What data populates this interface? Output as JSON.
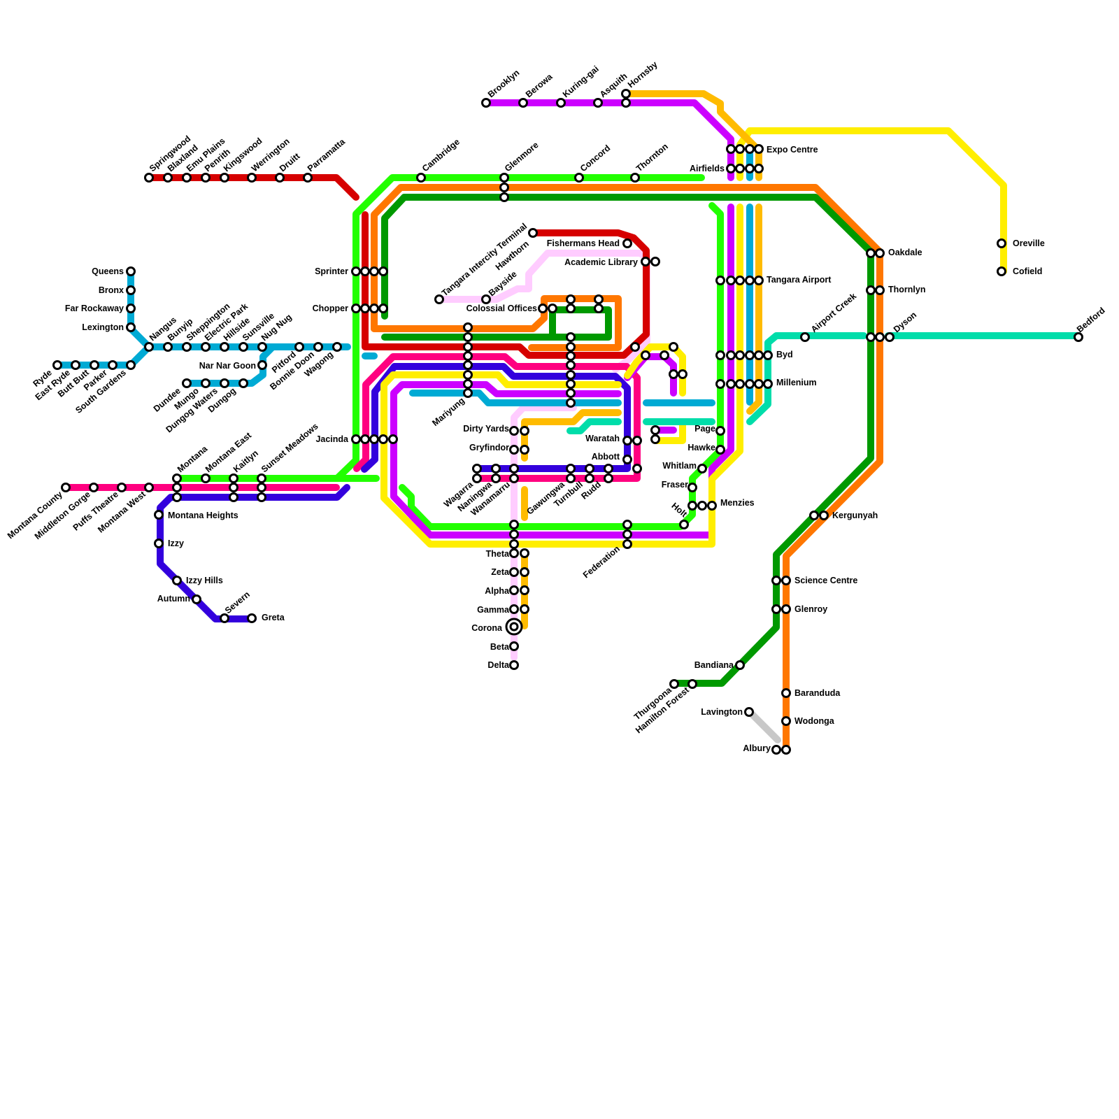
{
  "map": {
    "line_colors": {
      "red": "#D60000",
      "lime": "#22FF00",
      "orange": "#FF7700",
      "dark_green": "#009900",
      "cyan": "#00AAD4",
      "pink": "#FF0080",
      "indigo": "#3300DD",
      "purple": "#CC00FF",
      "yellow": "#FFEE00",
      "amber": "#FFBB00",
      "light_pink": "#FFCCFF",
      "mint": "#00DDAA",
      "grey": "#C8C8C8"
    },
    "interchange_icon": "double-ring-icon",
    "stations": [
      {
        "id": "springwood",
        "name": "Springwood"
      },
      {
        "id": "blaxland",
        "name": "Blaxland"
      },
      {
        "id": "emu-plains",
        "name": "Emu Plains"
      },
      {
        "id": "penrith",
        "name": "Penrith"
      },
      {
        "id": "kingswood",
        "name": "Kingswood"
      },
      {
        "id": "werrington",
        "name": "Werrington"
      },
      {
        "id": "druitt",
        "name": "Druitt"
      },
      {
        "id": "parramatta",
        "name": "Parramatta"
      },
      {
        "id": "cambridge",
        "name": "Cambridge"
      },
      {
        "id": "glenmore",
        "name": "Glenmore"
      },
      {
        "id": "concord",
        "name": "Concord"
      },
      {
        "id": "thornton",
        "name": "Thornton"
      },
      {
        "id": "brooklyn",
        "name": "Brooklyn"
      },
      {
        "id": "berowa",
        "name": "Berowa"
      },
      {
        "id": "kuring-gai",
        "name": "Kuring-gai"
      },
      {
        "id": "asquith",
        "name": "Asquith"
      },
      {
        "id": "hornsby",
        "name": "Hornsby"
      },
      {
        "id": "expo-centre",
        "name": "Expo Centre"
      },
      {
        "id": "airfields",
        "name": "Airfields"
      },
      {
        "id": "oreville",
        "name": "Oreville"
      },
      {
        "id": "cofield",
        "name": "Cofield"
      },
      {
        "id": "queens",
        "name": "Queens"
      },
      {
        "id": "bronx",
        "name": "Bronx"
      },
      {
        "id": "far-rockaway",
        "name": "Far Rockaway"
      },
      {
        "id": "lexington",
        "name": "Lexington"
      },
      {
        "id": "nangus",
        "name": "Nangus"
      },
      {
        "id": "bunyip",
        "name": "Bunyip"
      },
      {
        "id": "sheppington",
        "name": "Sheppington"
      },
      {
        "id": "electric-park",
        "name": "Electric Park"
      },
      {
        "id": "hillside",
        "name": "Hillside"
      },
      {
        "id": "sunsville",
        "name": "Sunsville"
      },
      {
        "id": "nug-nug",
        "name": "Nug Nug"
      },
      {
        "id": "nar-nar-goon",
        "name": "Nar Nar Goon"
      },
      {
        "id": "pitford",
        "name": "Pitford"
      },
      {
        "id": "bonnie-doon",
        "name": "Bonnie Doon"
      },
      {
        "id": "wagong",
        "name": "Wagong"
      },
      {
        "id": "ryde",
        "name": "Ryde"
      },
      {
        "id": "east-ryde",
        "name": "East Ryde"
      },
      {
        "id": "butt-butt",
        "name": "Butt Butt"
      },
      {
        "id": "parker",
        "name": "Parker"
      },
      {
        "id": "south-gardens",
        "name": "South Gardens"
      },
      {
        "id": "dundee",
        "name": "Dundee"
      },
      {
        "id": "mungo",
        "name": "Mungo"
      },
      {
        "id": "dungog-waters",
        "name": "Dungog Waters"
      },
      {
        "id": "dungog",
        "name": "Dungog"
      },
      {
        "id": "sprinter",
        "name": "Sprinter"
      },
      {
        "id": "chopper",
        "name": "Chopper"
      },
      {
        "id": "jacinda",
        "name": "Jacinda"
      },
      {
        "id": "tangara-intercity-terminal",
        "name": "Tangara Intercity Terminal"
      },
      {
        "id": "hawthorn",
        "name": "Hawthorn"
      },
      {
        "id": "bayside",
        "name": "Bayside"
      },
      {
        "id": "fishermans-head",
        "name": "Fishermans Head"
      },
      {
        "id": "academic-library",
        "name": "Academic Library"
      },
      {
        "id": "colossial-offices",
        "name": "Colossial Offices"
      },
      {
        "id": "mariyung",
        "name": "Mariyung"
      },
      {
        "id": "tangara-airport",
        "name": "Tangara Airport"
      },
      {
        "id": "oakdale",
        "name": "Oakdale"
      },
      {
        "id": "thornlyn",
        "name": "Thornlyn"
      },
      {
        "id": "dyson",
        "name": "Dyson"
      },
      {
        "id": "airport-creek",
        "name": "Airport Creek"
      },
      {
        "id": "bedford",
        "name": "Bedford"
      },
      {
        "id": "byd",
        "name": "Byd"
      },
      {
        "id": "millenium",
        "name": "Millenium"
      },
      {
        "id": "page",
        "name": "Page"
      },
      {
        "id": "hawke",
        "name": "Hawke"
      },
      {
        "id": "whitlam",
        "name": "Whitlam"
      },
      {
        "id": "fraser",
        "name": "Fraser"
      },
      {
        "id": "menzies",
        "name": "Menzies"
      },
      {
        "id": "holt",
        "name": "Holt"
      },
      {
        "id": "dirty-yards",
        "name": "Dirty Yards"
      },
      {
        "id": "gryfindor",
        "name": "Gryfindor"
      },
      {
        "id": "waratah",
        "name": "Waratah"
      },
      {
        "id": "abbott",
        "name": "Abbott"
      },
      {
        "id": "wagarra",
        "name": "Wagarra"
      },
      {
        "id": "naningwa",
        "name": "Naningwa"
      },
      {
        "id": "wanamarru",
        "name": "Wanamarru"
      },
      {
        "id": "gawungwa",
        "name": "Gawungwa"
      },
      {
        "id": "turnbull",
        "name": "Turnbull"
      },
      {
        "id": "rudd",
        "name": "Rudd"
      },
      {
        "id": "federation",
        "name": "Federation"
      },
      {
        "id": "theta",
        "name": "Theta"
      },
      {
        "id": "zeta",
        "name": "Zeta"
      },
      {
        "id": "alpha",
        "name": "Alpha"
      },
      {
        "id": "gamma",
        "name": "Gamma"
      },
      {
        "id": "corona",
        "name": "Corona"
      },
      {
        "id": "beta",
        "name": "Beta"
      },
      {
        "id": "delta",
        "name": "Delta"
      },
      {
        "id": "montana-county",
        "name": "Montana County"
      },
      {
        "id": "middleton-gorge",
        "name": "Middleton Gorge"
      },
      {
        "id": "puffs-theatre",
        "name": "Puffs Theatre"
      },
      {
        "id": "montana-west",
        "name": "Montana West"
      },
      {
        "id": "montana",
        "name": "Montana"
      },
      {
        "id": "montana-east",
        "name": "Montana East"
      },
      {
        "id": "kaitlyn",
        "name": "Kaitlyn"
      },
      {
        "id": "sunset-meadows",
        "name": "Sunset Meadows"
      },
      {
        "id": "montana-heights",
        "name": "Montana Heights"
      },
      {
        "id": "izzy",
        "name": "Izzy"
      },
      {
        "id": "izzy-hills",
        "name": "Izzy Hills"
      },
      {
        "id": "autumn",
        "name": "Autumn"
      },
      {
        "id": "severn",
        "name": "Severn"
      },
      {
        "id": "greta",
        "name": "Greta"
      },
      {
        "id": "kergunyah",
        "name": "Kergunyah"
      },
      {
        "id": "science-centre",
        "name": "Science Centre"
      },
      {
        "id": "glenroy",
        "name": "Glenroy"
      },
      {
        "id": "bandiana",
        "name": "Bandiana"
      },
      {
        "id": "thurgoona",
        "name": "Thurgoona"
      },
      {
        "id": "hamilton-forest",
        "name": "Hamilton Forest"
      },
      {
        "id": "lavington",
        "name": "Lavington"
      },
      {
        "id": "baranduda",
        "name": "Baranduda"
      },
      {
        "id": "wodonga",
        "name": "Wodonga"
      },
      {
        "id": "albury",
        "name": "Albury"
      }
    ]
  }
}
